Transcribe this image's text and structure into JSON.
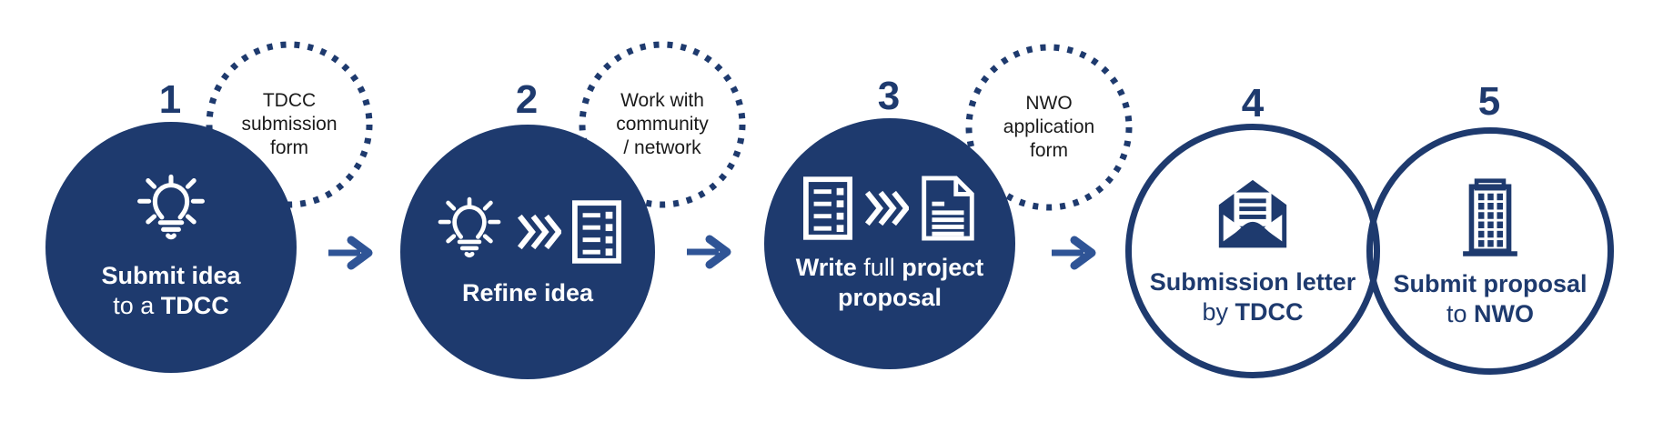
{
  "diagram": {
    "colors": {
      "navy": "#1e3a6e",
      "arrow_blue": "#2f5496",
      "note_text": "#1a1a1a",
      "white": "#ffffff"
    },
    "steps": [
      {
        "number": "1",
        "style": "filled-circle",
        "icons": [
          "lightbulb-icon"
        ],
        "label": {
          "line1_bold": "Submit idea",
          "line2_regular": "to a",
          "line2_bold": "TDCC"
        },
        "note": {
          "line1": "TDCC",
          "line2": "submission",
          "line3": "form"
        }
      },
      {
        "number": "2",
        "style": "filled-circle",
        "icons": [
          "lightbulb-icon",
          "triple-chevron-icon",
          "form-icon"
        ],
        "label": {
          "line1_bold": "Refine idea"
        },
        "note": {
          "line1": "Work with",
          "line2": "community",
          "line3": "/ network"
        }
      },
      {
        "number": "3",
        "style": "filled-circle",
        "icons": [
          "form-icon",
          "triple-chevron-icon",
          "document-icon"
        ],
        "label": {
          "line1_bold": "Write",
          "line1_regular": "full",
          "line1_bold2": "project",
          "line2_bold": "proposal"
        },
        "note": {
          "line1": "NWO",
          "line2": "application",
          "line3": "form"
        }
      },
      {
        "number": "4",
        "style": "outlined-circle",
        "icons": [
          "open-envelope-letter-icon"
        ],
        "label": {
          "line1_bold": "Submission letter",
          "line2_regular": "by",
          "line2_bold": "TDCC"
        }
      },
      {
        "number": "5",
        "style": "outlined-circle",
        "icons": [
          "office-building-icon"
        ],
        "label": {
          "line1_bold": "Submit proposal",
          "line2_regular": "to",
          "line2_bold": "NWO"
        }
      }
    ],
    "connectors": [
      "arrow-right-icon",
      "arrow-right-icon",
      "arrow-right-icon"
    ]
  }
}
